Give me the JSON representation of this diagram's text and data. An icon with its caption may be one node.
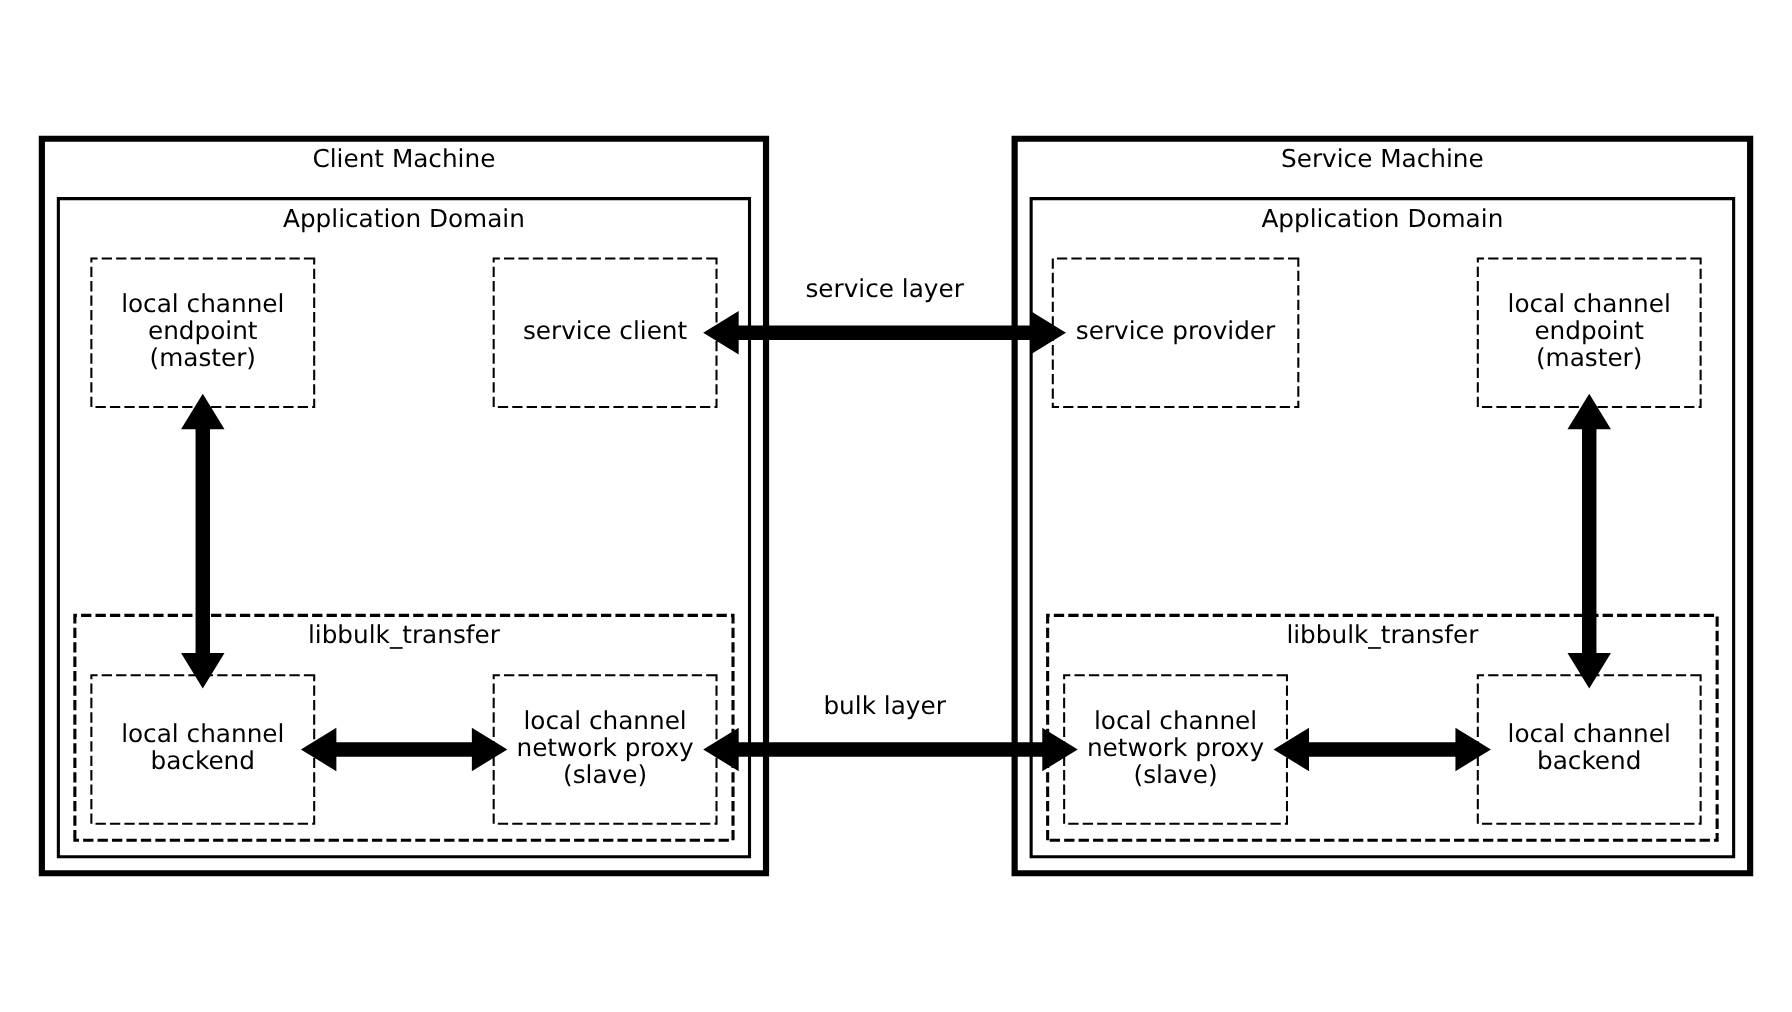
{
  "diagram": {
    "nodes": [
      {
        "text": [
          "Client Machine"
        ]
      },
      {
        "text": [
          "Application Domain"
        ],
        "in": 0
      },
      {
        "text": [
          "local channel endpoint (master)"
        ],
        "in": 1
      },
      {
        "text": [
          "service client"
        ],
        "in": 1
      },
      {
        "text": [
          "libbulk_transfer"
        ],
        "in": 1
      },
      {
        "text": [
          "local channel backend"
        ],
        "in": 4
      },
      {
        "text": [
          "local channel network proxy (slave)"
        ],
        "in": 4
      },
      {
        "text": [
          "Service Machine"
        ]
      },
      {
        "text": [
          "Application Domain"
        ],
        "in": 7
      },
      {
        "text": [
          "service provider"
        ],
        "in": 8
      },
      {
        "text": [
          "local channel endpoint (master)"
        ],
        "in": 8
      },
      {
        "text": [
          "libbulk_transfer"
        ],
        "in": 8
      },
      {
        "text": [
          "local channel network proxy (slave)"
        ],
        "in": 11
      },
      {
        "text": [
          "local channel backend"
        ],
        "in": 11
      }
    ],
    "edges": [
      {
        "from": 3,
        "to": 9,
        "arrow": "both",
        "label": "service layer"
      },
      {
        "from": 2,
        "to": 5,
        "arrow": "both"
      },
      {
        "from": 5,
        "to": 6,
        "arrow": "both"
      },
      {
        "from": 6,
        "to": 12,
        "arrow": "both",
        "label": "bulk layer"
      },
      {
        "from": 12,
        "to": 13,
        "arrow": "both"
      },
      {
        "from": 10,
        "to": 13,
        "arrow": "both"
      }
    ]
  }
}
